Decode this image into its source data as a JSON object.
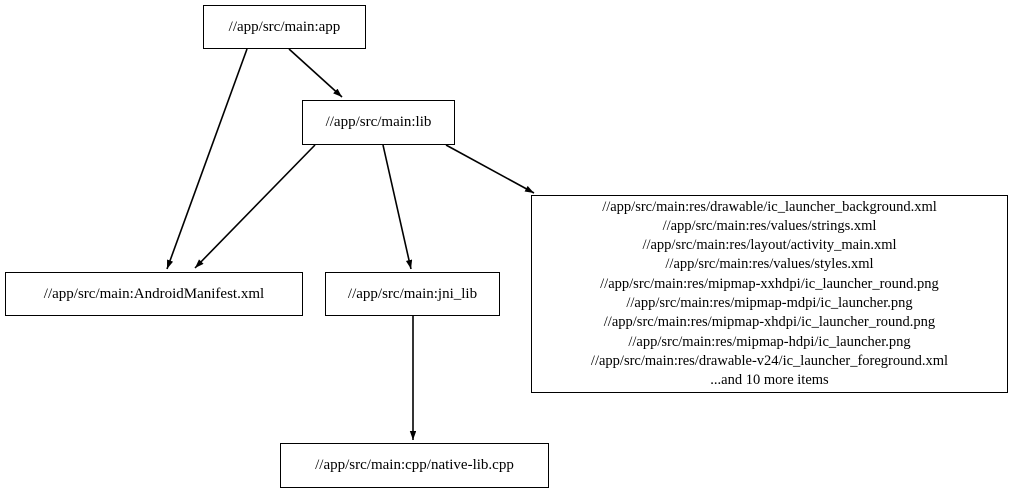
{
  "graph": {
    "type": "directed-dependency-graph",
    "background_color": "#ffffff",
    "node_border_color": "#000000",
    "edge_color": "#000000",
    "text_color": "#000000",
    "nodes": [
      {
        "id": "app",
        "label": "//app/src/main:app"
      },
      {
        "id": "lib",
        "label": "//app/src/main:lib"
      },
      {
        "id": "manifest",
        "label": "//app/src/main:AndroidManifest.xml"
      },
      {
        "id": "jni",
        "label": "//app/src/main:jni_lib"
      },
      {
        "id": "cpp",
        "label": "//app/src/main:cpp/native-lib.cpp"
      },
      {
        "id": "res",
        "label": "//app/src/main:res/drawable/ic_launcher_background.xml\n//app/src/main:res/values/strings.xml\n//app/src/main:res/layout/activity_main.xml\n//app/src/main:res/values/styles.xml\n//app/src/main:res/mipmap-xxhdpi/ic_launcher_round.png\n//app/src/main:res/mipmap-mdpi/ic_launcher.png\n//app/src/main:res/mipmap-xhdpi/ic_launcher_round.png\n//app/src/main:res/mipmap-hdpi/ic_launcher.png\n//app/src/main:res/drawable-v24/ic_launcher_foreground.xml\n...and 10 more items",
        "lines": [
          "//app/src/main:res/drawable/ic_launcher_background.xml",
          "//app/src/main:res/values/strings.xml",
          "//app/src/main:res/layout/activity_main.xml",
          "//app/src/main:res/values/styles.xml",
          "//app/src/main:res/mipmap-xxhdpi/ic_launcher_round.png",
          "//app/src/main:res/mipmap-mdpi/ic_launcher.png",
          "//app/src/main:res/mipmap-xhdpi/ic_launcher_round.png",
          "//app/src/main:res/mipmap-hdpi/ic_launcher.png",
          "//app/src/main:res/drawable-v24/ic_launcher_foreground.xml",
          "...and 10 more items"
        ]
      }
    ],
    "edges": [
      {
        "from": "app",
        "to": "lib"
      },
      {
        "from": "app",
        "to": "manifest"
      },
      {
        "from": "lib",
        "to": "manifest"
      },
      {
        "from": "lib",
        "to": "jni"
      },
      {
        "from": "lib",
        "to": "res"
      },
      {
        "from": "jni",
        "to": "cpp"
      }
    ]
  }
}
